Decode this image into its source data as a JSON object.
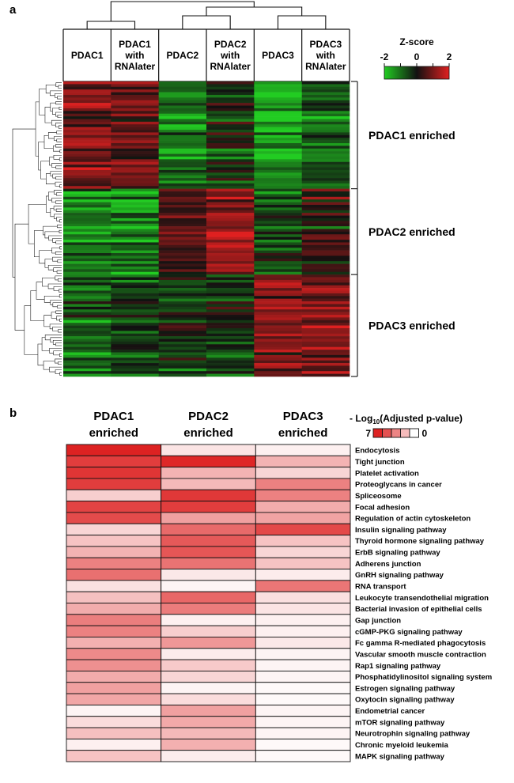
{
  "colors": {
    "neg": "#22cc22",
    "mid": "#111111",
    "pos": "#e02020",
    "heat_low": "#ffffff",
    "heat_high": "#dd2222",
    "border": "#111111"
  },
  "icons": [
    "column-dendrogram-icon",
    "row-dendrogram-icon",
    "cluster-bracket-icon"
  ],
  "chart_data": [
    {
      "panel": "a",
      "type": "heatmap",
      "columns": [
        "PDAC1",
        "PDAC1 with RNAlater",
        "PDAC2",
        "PDAC2 with RNAlater",
        "PDAC3",
        "PDAC3 with RNAlater"
      ],
      "columns_display": [
        [
          "PDAC1"
        ],
        [
          "PDAC1",
          "with",
          "RNAlater"
        ],
        [
          "PDAC2"
        ],
        [
          "PDAC2",
          "with",
          "RNAlater"
        ],
        [
          "PDAC3"
        ],
        [
          "PDAC3",
          "with",
          "RNAlater"
        ]
      ],
      "legend": {
        "title": "Z-score",
        "min": -2,
        "max": 2,
        "ticks": [
          "-2",
          "0",
          "2"
        ]
      },
      "clusters": [
        {
          "label": "PDAC1 enriched",
          "rows": 40,
          "means": [
            1.0,
            0.8,
            -1.1,
            -0.3,
            -1.5,
            -0.7
          ]
        },
        {
          "label": "PDAC2 enriched",
          "rows": 32,
          "means": [
            -1.1,
            -1.2,
            0.8,
            1.4,
            -0.6,
            0.3
          ]
        },
        {
          "label": "PDAC3 enriched",
          "rows": 38,
          "means": [
            -0.9,
            -0.6,
            -0.5,
            -0.4,
            1.0,
            1.1
          ]
        }
      ],
      "dendrogram": "hierarchical clustering (rows and columns)"
    },
    {
      "panel": "b",
      "type": "heatmap",
      "columns": [
        "PDAC1 enriched",
        "PDAC2 enriched",
        "PDAC3 enriched"
      ],
      "columns_display": [
        [
          "PDAC1",
          "enriched"
        ],
        [
          "PDAC2",
          "enriched"
        ],
        [
          "PDAC3",
          "enriched"
        ]
      ],
      "legend": {
        "title_prefix": "- Log",
        "title_sub": "10",
        "title_suffix": "(Adjusted p-value)",
        "min_label": "7",
        "max_label": "0",
        "min": 7,
        "max": 0
      },
      "rows": [
        {
          "pathway": "Endocytosis",
          "values": [
            7.0,
            0.6,
            0.3
          ]
        },
        {
          "pathway": "Tight junction",
          "values": [
            6.0,
            6.8,
            2.0
          ]
        },
        {
          "pathway": "Platelet activation",
          "values": [
            6.3,
            2.0,
            1.0
          ]
        },
        {
          "pathway": "Proteoglycans in cancer",
          "values": [
            6.0,
            1.8,
            3.6
          ]
        },
        {
          "pathway": "Spliceosome",
          "values": [
            1.2,
            6.2,
            3.6
          ]
        },
        {
          "pathway": "Focal adhesion",
          "values": [
            5.8,
            6.0,
            2.2
          ]
        },
        {
          "pathway": "Regulation of actin cytoskeleton",
          "values": [
            5.5,
            2.6,
            2.5
          ]
        },
        {
          "pathway": "Insulin signaling pathway",
          "values": [
            1.0,
            4.4,
            5.6
          ]
        },
        {
          "pathway": "Thyroid hormone signaling pathway",
          "values": [
            1.5,
            5.0,
            1.5
          ]
        },
        {
          "pathway": "ErbB signaling pathway",
          "values": [
            2.0,
            5.1,
            1.0
          ]
        },
        {
          "pathway": "Adherens junction",
          "values": [
            3.6,
            4.1,
            1.5
          ]
        },
        {
          "pathway": "GnRH signaling pathway",
          "values": [
            4.2,
            0.5,
            0.4
          ]
        },
        {
          "pathway": "RNA transport",
          "values": [
            0.7,
            0.2,
            4.0
          ]
        },
        {
          "pathway": "Leukocyte transendothelial migration",
          "values": [
            1.6,
            4.5,
            0.7
          ]
        },
        {
          "pathway": "Bacterial invasion of epithelial cells",
          "values": [
            2.2,
            3.8,
            0.6
          ]
        },
        {
          "pathway": "Gap junction",
          "values": [
            3.7,
            0.3,
            0.3
          ]
        },
        {
          "pathway": "cGMP-PKG signaling pathway",
          "values": [
            3.6,
            1.2,
            0.3
          ]
        },
        {
          "pathway": "Fc gamma R-mediated phagocytosis",
          "values": [
            2.1,
            2.9,
            0.5
          ]
        },
        {
          "pathway": "Vascular smooth muscle contraction",
          "values": [
            3.3,
            0.4,
            0.2
          ]
        },
        {
          "pathway": "Rap1 signaling pathway",
          "values": [
            3.1,
            1.3,
            0.2
          ]
        },
        {
          "pathway": "Phosphatidylinositol signaling system",
          "values": [
            2.2,
            1.0,
            0.2
          ]
        },
        {
          "pathway": "Estrogen signaling pathway",
          "values": [
            2.6,
            0.2,
            0.1
          ]
        },
        {
          "pathway": "Oxytocin signaling pathway",
          "values": [
            2.4,
            0.8,
            0.1
          ]
        },
        {
          "pathway": "Endometrial cancer",
          "values": [
            0.2,
            2.6,
            0.2
          ]
        },
        {
          "pathway": "mTOR signaling pathway",
          "values": [
            0.8,
            2.3,
            0.2
          ]
        },
        {
          "pathway": "Neurotrophin signaling pathway",
          "values": [
            1.6,
            1.8,
            0.2
          ]
        },
        {
          "pathway": "Chronic myeloid leukemia",
          "values": [
            0.3,
            2.1,
            0.1
          ]
        },
        {
          "pathway": "MAPK signaling pathway",
          "values": [
            1.5,
            0.4,
            0.1
          ]
        }
      ]
    }
  ],
  "panels": {
    "a": "a",
    "b": "b"
  }
}
